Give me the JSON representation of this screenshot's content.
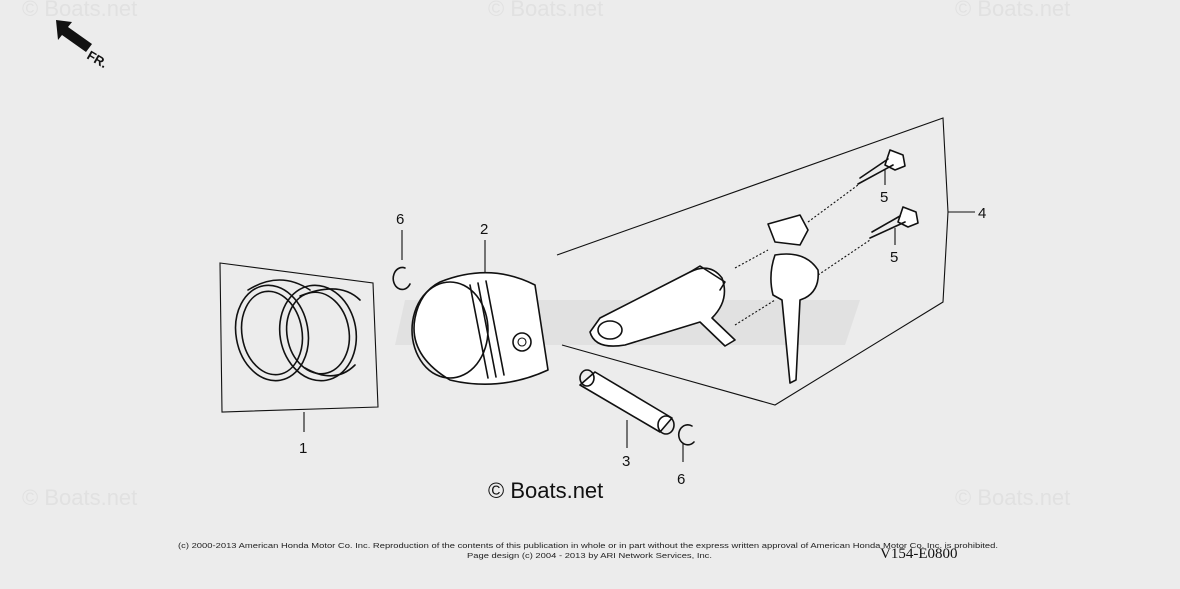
{
  "diagram": {
    "code": "V154-E0800",
    "front_arrow_label": "FR.",
    "center_watermark": "© Boats.net",
    "corner_watermarks": [
      "© Boats.net",
      "© Boats.net",
      "© Boats.net",
      "© Boats.net",
      "© Boats.net"
    ],
    "copyright_line_1": "(c) 2000-2013 American Honda Motor Co. Inc. Reproduction of the contents of this publication in whole or in part without the express written approval of American Honda Motor Co. Inc. is prohibited.",
    "copyright_line_2": "Page design (c) 2004 - 2013 by ARI Network Services, Inc.",
    "parts": [
      {
        "ref": "1",
        "name": "piston-ring-set"
      },
      {
        "ref": "2",
        "name": "piston"
      },
      {
        "ref": "3",
        "name": "piston-pin"
      },
      {
        "ref": "4",
        "name": "connecting-rod-assembly"
      },
      {
        "ref": "5",
        "name": "connecting-rod-bolt"
      },
      {
        "ref": "5",
        "name": "connecting-rod-bolt"
      },
      {
        "ref": "6",
        "name": "piston-pin-clip"
      },
      {
        "ref": "6",
        "name": "piston-pin-clip"
      }
    ]
  }
}
